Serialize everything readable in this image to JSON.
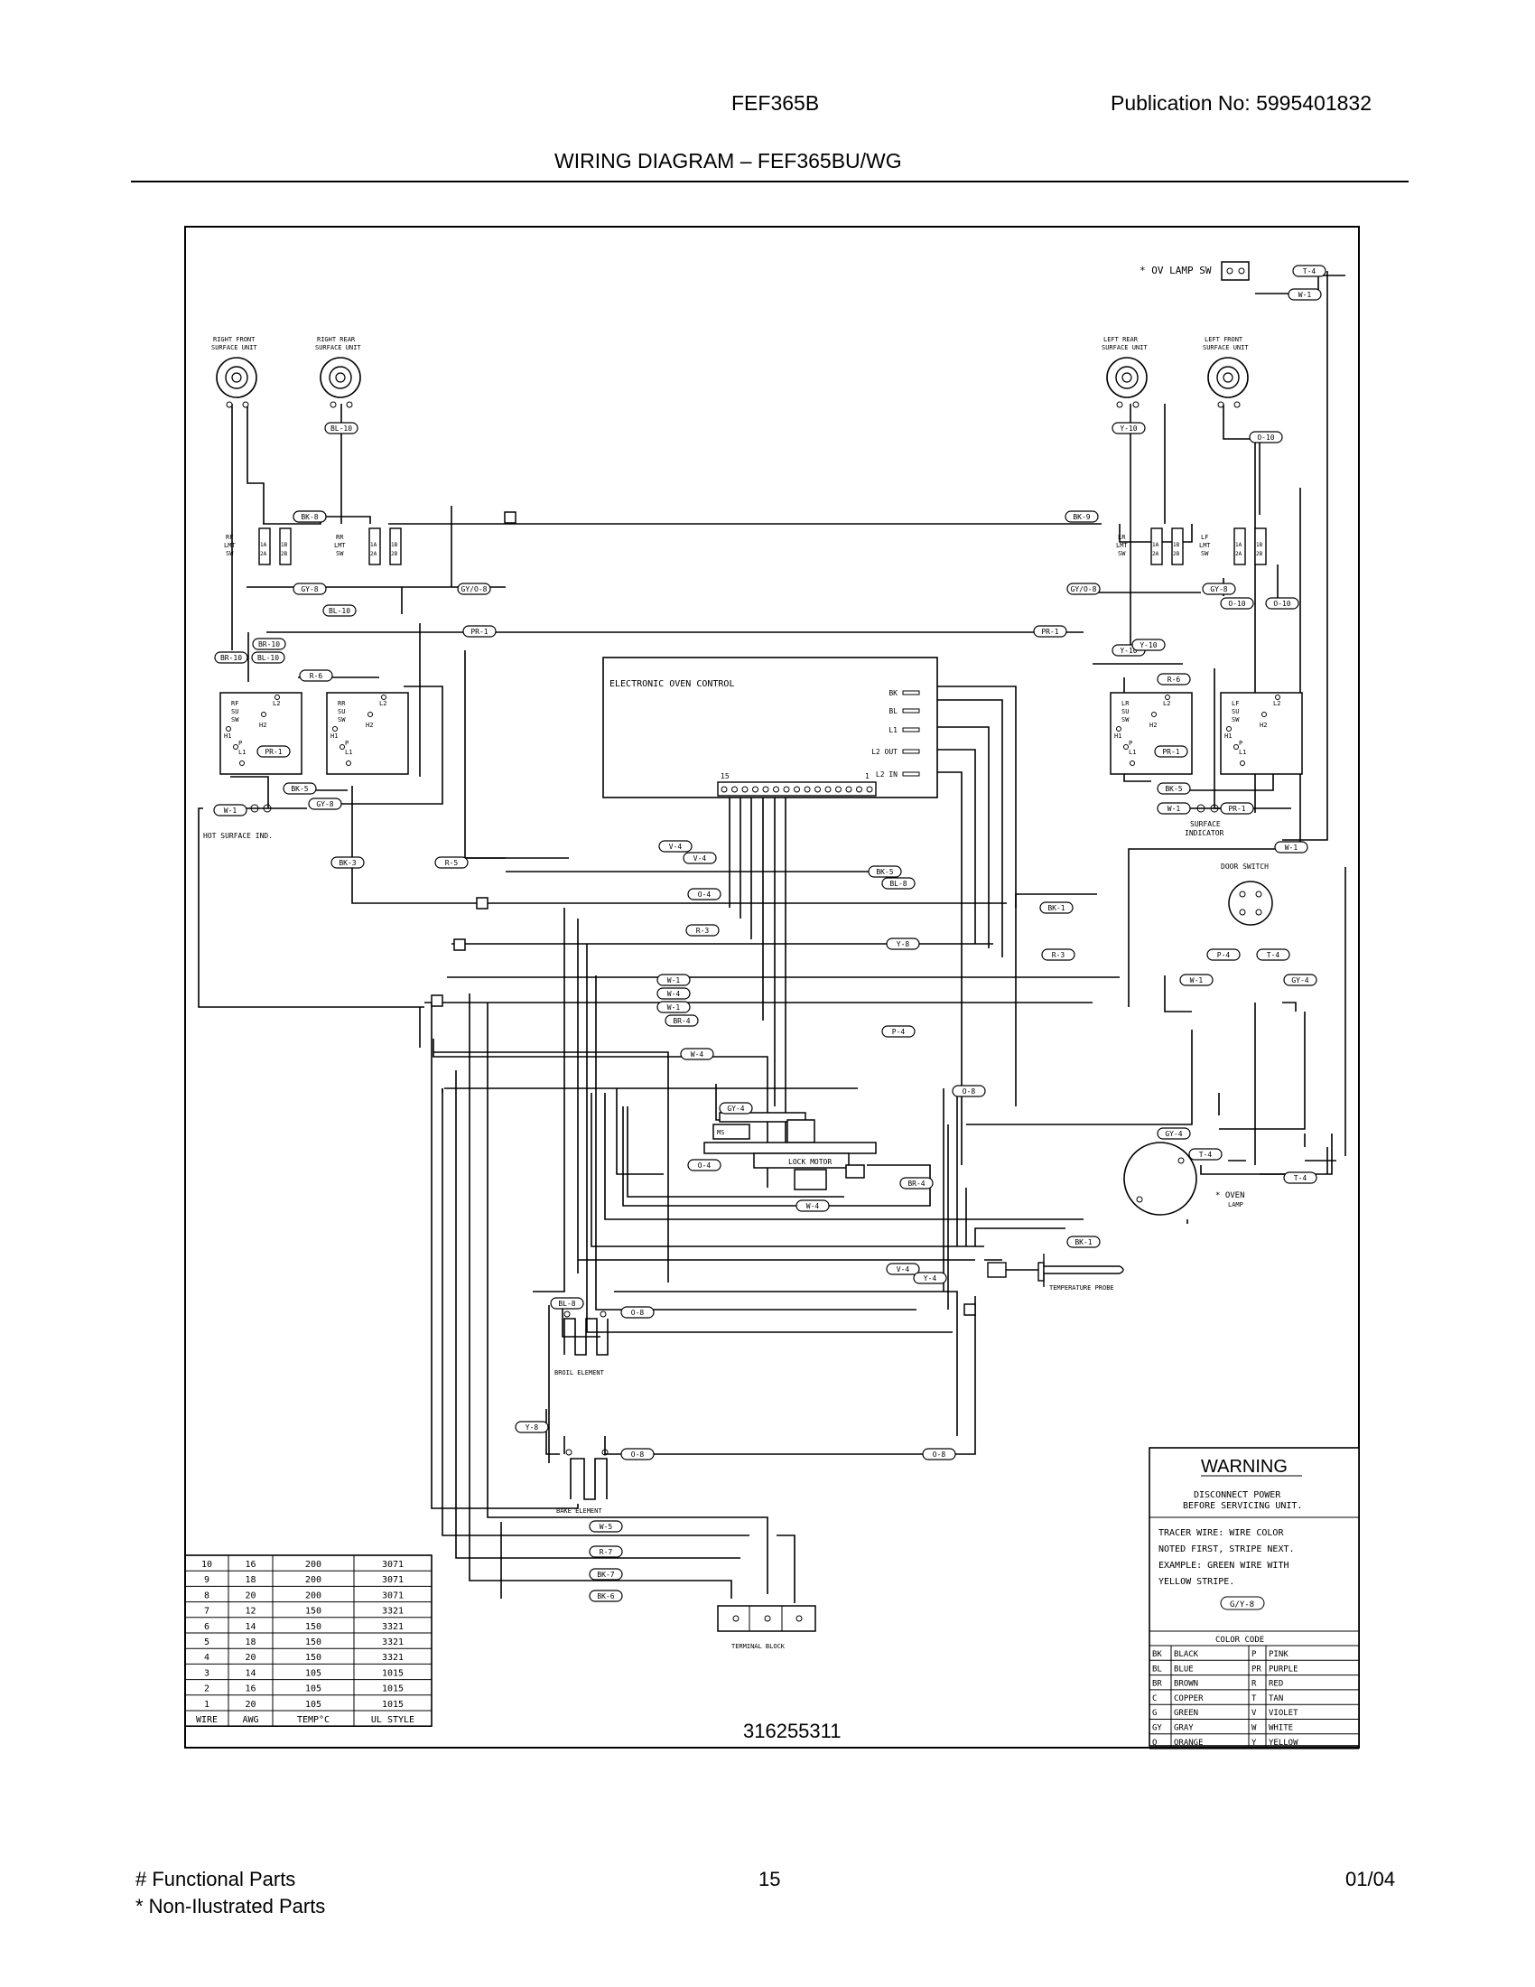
{
  "header": {
    "model": "FEF365B",
    "publication": "Publication No:  5995401832",
    "title": "WIRING DIAGRAM – FEF365BU/WG"
  },
  "diagram": {
    "lamp_switch": "* OV LAMP SW",
    "surface_units": [
      {
        "line1": "RIGHT FRONT",
        "line2": "SURFACE UNIT"
      },
      {
        "line1": "RIGHT REAR",
        "line2": "SURFACE UNIT"
      },
      {
        "line1": "LEFT REAR",
        "line2": "SURFACE UNIT"
      },
      {
        "line1": "LEFT FRONT",
        "line2": "SURFACE UNIT"
      }
    ],
    "limit_switches": [
      {
        "id": "RF LMT SW",
        "line1": "RF",
        "line2": "LMT",
        "line3": "SW"
      },
      {
        "id": "RR LMT SW",
        "line1": "RR",
        "line2": "LMT",
        "line3": "SW"
      },
      {
        "id": "LR LMT SW",
        "line1": "LR",
        "line2": "LMT",
        "line3": "SW"
      },
      {
        "id": "LF LMT SW",
        "line1": "LF",
        "line2": "LMT",
        "line3": "SW"
      }
    ],
    "limit_terminals": [
      "1A",
      "2A",
      "1B",
      "2B"
    ],
    "su_switches": [
      {
        "line1": "RF",
        "line2": "SU",
        "line3": "SW"
      },
      {
        "line1": "RR",
        "line2": "SU",
        "line3": "SW"
      },
      {
        "line1": "LR",
        "line2": "SU",
        "line3": "SW"
      },
      {
        "line1": "LF",
        "line2": "SU",
        "line3": "SW"
      }
    ],
    "sw_terminals": {
      "h1": "H1",
      "h2": "H2",
      "l1": "L1",
      "l2": "L2",
      "p": "P"
    },
    "control": {
      "title": "ELECTRONIC OVEN CONTROL",
      "pins": [
        "BK",
        "BL",
        "L1",
        "L2 OUT",
        "L2 IN"
      ],
      "connector_left": "15",
      "connector_right": "1"
    },
    "labels": {
      "hot_surface": "HOT SURFACE IND.",
      "surface_indicator_1": "SURFACE",
      "surface_indicator_2": "INDICATOR",
      "door_switch": "DOOR SWITCH",
      "lock_motor": "LOCK MOTOR",
      "oven_lamp_1": "* OVEN",
      "oven_lamp_2": "LAMP",
      "temp_probe": "TEMPERATURE PROBE",
      "broil": "BROIL ELEMENT",
      "bake": "BAKE ELEMENT",
      "terminal_block": "TERMINAL BLOCK",
      "part_number": "316255311",
      "ms": "MS"
    },
    "wire_tags": [
      "T-4",
      "W-1",
      "BL-10",
      "Y-10",
      "O-10",
      "BK-9",
      "BK-9",
      "BK-8",
      "GY-8",
      "GY-8",
      "GY/O-8",
      "GY/O-8",
      "BL-10",
      "O-10",
      "O-10",
      "BR-10",
      "BL-10",
      "PR-1",
      "PR-1",
      "Y-10",
      "Y-10",
      "BR-10",
      "R-6",
      "R-6",
      "PR-1",
      "PR-1",
      "BK-5",
      "BK-5",
      "GY-8",
      "W-1",
      "W-1",
      "PR-1",
      "W-1",
      "BK-3",
      "R-5",
      "V-4",
      "V-4",
      "BK-5",
      "BL-8",
      "O-4",
      "BK-1",
      "R-3",
      "Y-8",
      "R-3",
      "P-4",
      "T-4",
      "W-1",
      "W-1",
      "W-4",
      "GY-4",
      "W-1",
      "BR-4",
      "P-4",
      "W-4",
      "O-8",
      "GY-4",
      "GY-4",
      "T-4",
      "T-4",
      "O-4",
      "BR-4",
      "W-4",
      "BK-1",
      "V-4",
      "Y-4",
      "BL-8",
      "O-8",
      "Y-8",
      "O-8",
      "O-8",
      "W-5",
      "R-7",
      "BK-7",
      "BK-6"
    ],
    "warning": {
      "title": "WARNING",
      "line1": "DISCONNECT POWER",
      "line2": "BEFORE SERVICING UNIT.",
      "tracer1": "TRACER WIRE:  WIRE COLOR",
      "tracer2": "NOTED FIRST, STRIPE NEXT.",
      "tracer3": "EXAMPLE:  GREEN WIRE WITH",
      "tracer4": "YELLOW STRIPE.",
      "example_tag": "G/Y-8"
    },
    "color_code": {
      "title": "COLOR CODE",
      "rows": [
        [
          "BK",
          "BLACK",
          "P",
          "PINK"
        ],
        [
          "BL",
          "BLUE",
          "PR",
          "PURPLE"
        ],
        [
          "BR",
          "BROWN",
          "R",
          "RED"
        ],
        [
          "C",
          "COPPER",
          "T",
          "TAN"
        ],
        [
          "G",
          "GREEN",
          "V",
          "VIOLET"
        ],
        [
          "GY",
          "GRAY",
          "W",
          "WHITE"
        ],
        [
          "O",
          "ORANGE",
          "Y",
          "YELLOW"
        ]
      ]
    },
    "wire_table": {
      "headers": [
        "WIRE",
        "AWG",
        "TEMP°C",
        "UL STYLE"
      ],
      "rows": [
        [
          "10",
          "16",
          "200",
          "3071"
        ],
        [
          "9",
          "18",
          "200",
          "3071"
        ],
        [
          "8",
          "20",
          "200",
          "3071"
        ],
        [
          "7",
          "12",
          "150",
          "3321"
        ],
        [
          "6",
          "14",
          "150",
          "3321"
        ],
        [
          "5",
          "18",
          "150",
          "3321"
        ],
        [
          "4",
          "20",
          "150",
          "3321"
        ],
        [
          "3",
          "14",
          "105",
          "1015"
        ],
        [
          "2",
          "16",
          "105",
          "1015"
        ],
        [
          "1",
          "20",
          "105",
          "1015"
        ]
      ]
    }
  },
  "footer": {
    "functional": "# Functional Parts",
    "non_illustrated": "* Non-Ilustrated Parts",
    "page": "15",
    "date": "01/04"
  }
}
